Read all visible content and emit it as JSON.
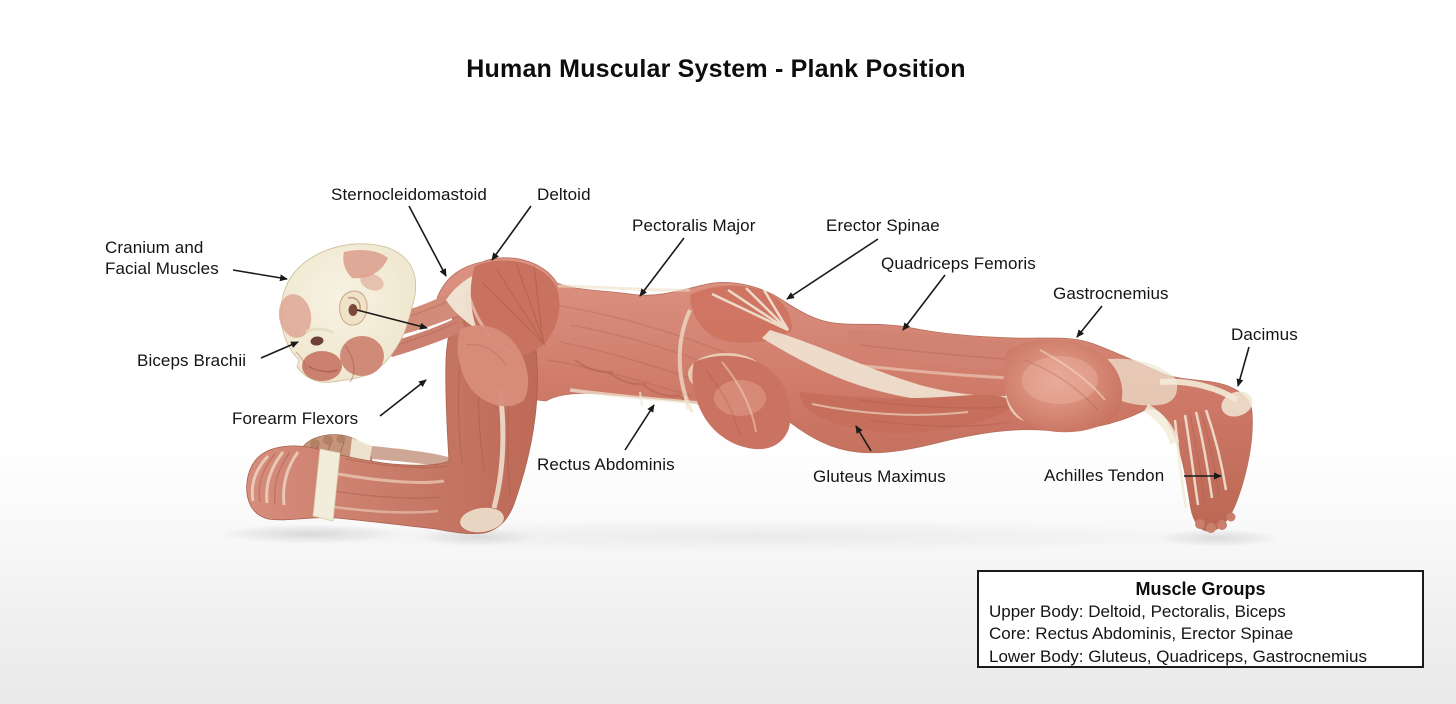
{
  "title": "Human Muscular System - Plank Position",
  "labels": {
    "cranium_facial": "Cranium and\nFacial Muscles",
    "sternocleidomastoid": "Sternocleidomastoid",
    "deltoid": "Deltoid",
    "pectoralis_major": "Pectoralis Major",
    "erector_spinae": "Erector Spinae",
    "quadriceps_femoris": "Quadriceps Femoris",
    "gastrocnemius": "Gastrocnemius",
    "dacimus": "Dacimus",
    "biceps_brachii": "Biceps Brachii",
    "forearm_flexors": "Forearm Flexors",
    "rectus_abdominis": "Rectus Abdominis",
    "gluteus_maximus": "Gluteus Maximus",
    "achilles_tendon": "Achilles Tendon"
  },
  "legend": {
    "title": "Muscle Groups",
    "lines": [
      "Upper Body: Deltoid, Pectoralis, Biceps",
      "Core: Rectus Abdominis, Erector Spinae",
      "Lower Body: Gluteus, Quadriceps, Gastrocnemius"
    ]
  },
  "colors": {
    "background": "#ffffff",
    "label_text": "#141414",
    "arrow": "#1a1a1a",
    "muscle": "#cd7968",
    "muscle_dark": "#a85546",
    "muscle_light": "#f0c0b0",
    "tendon_cream": "#f2ebd9",
    "bone_cream": "#e9ddc1",
    "floor_shadow": "#dcdcdc"
  }
}
